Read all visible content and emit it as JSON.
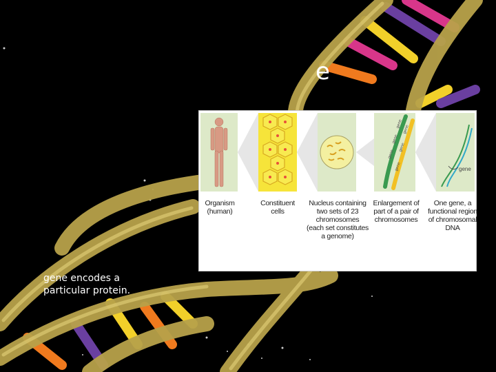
{
  "slide": {
    "title_partial": "e",
    "caption_line1": "gene encodes a",
    "caption_line2": "particular protein."
  },
  "figure": {
    "panels": [
      {
        "caption": "Organism\n(human)"
      },
      {
        "caption": "Constituent\ncells"
      },
      {
        "caption": "Nucleus containing\ntwo sets of 23\nchromosomes\n(each set constitutes\na genome)"
      },
      {
        "caption": "Enlargement of\npart of a pair of\nchromosomes"
      },
      {
        "caption": "One gene, a\nfunctional region\nof chromosomal\nDNA"
      }
    ],
    "gene_label": "gene",
    "chromosome_gene_labels": [
      "gene",
      "gene",
      "gene",
      "gene",
      "gene",
      "gene"
    ]
  },
  "colors": {
    "background": "#000000",
    "helix_strand": "#b8a24a",
    "base_orange": "#f07a1e",
    "base_purple": "#6a3fa0",
    "base_yellow": "#f2d02a",
    "base_pink": "#d8368a"
  }
}
